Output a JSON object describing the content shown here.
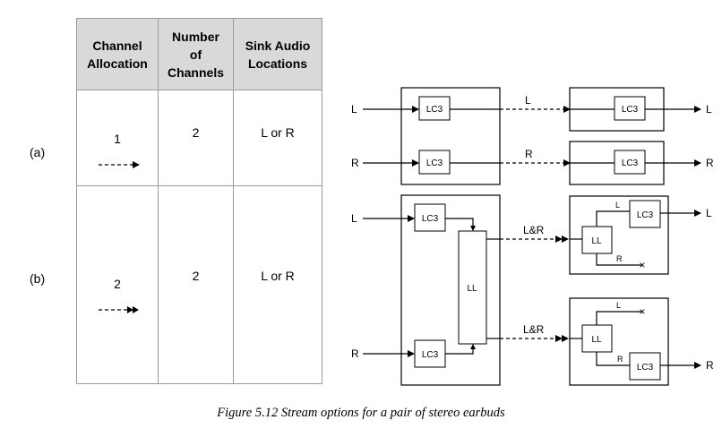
{
  "table": {
    "headers": {
      "channel_allocation": [
        "Channel",
        "Allocation"
      ],
      "number_of_channels": [
        "Number",
        "of",
        "Channels"
      ],
      "sink_audio_locations": [
        "Sink Audio",
        "Locations"
      ]
    },
    "rows": [
      {
        "label": "(a)",
        "allocation": "1",
        "channels": "2",
        "locations": "L or R"
      },
      {
        "label": "(b)",
        "allocation": "2",
        "channels": "2",
        "locations": "L or R"
      }
    ]
  },
  "diagram": {
    "codec": "LC3",
    "splitter": "LL",
    "left": "L",
    "right": "R",
    "combined": "L&R",
    "dropped_mark": "×"
  },
  "caption": "Figure 5.12  Stream options for a pair of stereo earbuds"
}
